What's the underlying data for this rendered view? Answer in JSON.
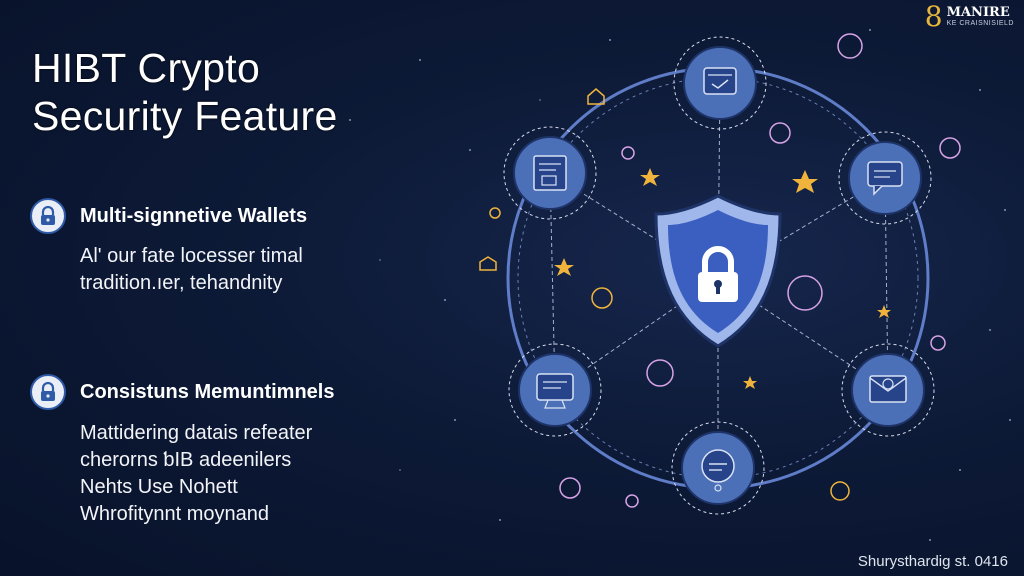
{
  "brand": {
    "name": "MANIRE",
    "tagline": "KE CRAISNISIELD"
  },
  "title": {
    "line1": "HIBT Crypto",
    "line2": "Security Feature"
  },
  "features": [
    {
      "icon": "lock-icon",
      "heading": "Multi-signnetive Wallets",
      "lines": [
        "Al' our fate locesser timal",
        "tradition.ıer, tehandnity"
      ]
    },
    {
      "icon": "lock-icon",
      "heading": "Consistuns Memuntimnels",
      "lines": [
        "Mattidering datais refeater",
        "cherorns ƅIB adeenilers",
        "Nehts Use Nohett",
        "Whrofitynnt moynand"
      ]
    }
  ],
  "diagram": {
    "center_icon": "shield-lock-icon",
    "nodes": [
      {
        "icon": "window-icon"
      },
      {
        "icon": "document-icon"
      },
      {
        "icon": "chat-icon"
      },
      {
        "icon": "display-icon"
      },
      {
        "icon": "envelope-icon"
      },
      {
        "icon": "message-icon"
      }
    ],
    "colors": {
      "ring": "#6d8ee0",
      "node": "#4c70b8",
      "shield": "#3b5fc0",
      "star": "#f0b43c",
      "accent_circle": "#d7a3e6"
    }
  },
  "footer": {
    "text": "Shurysthardig st. 0416"
  }
}
